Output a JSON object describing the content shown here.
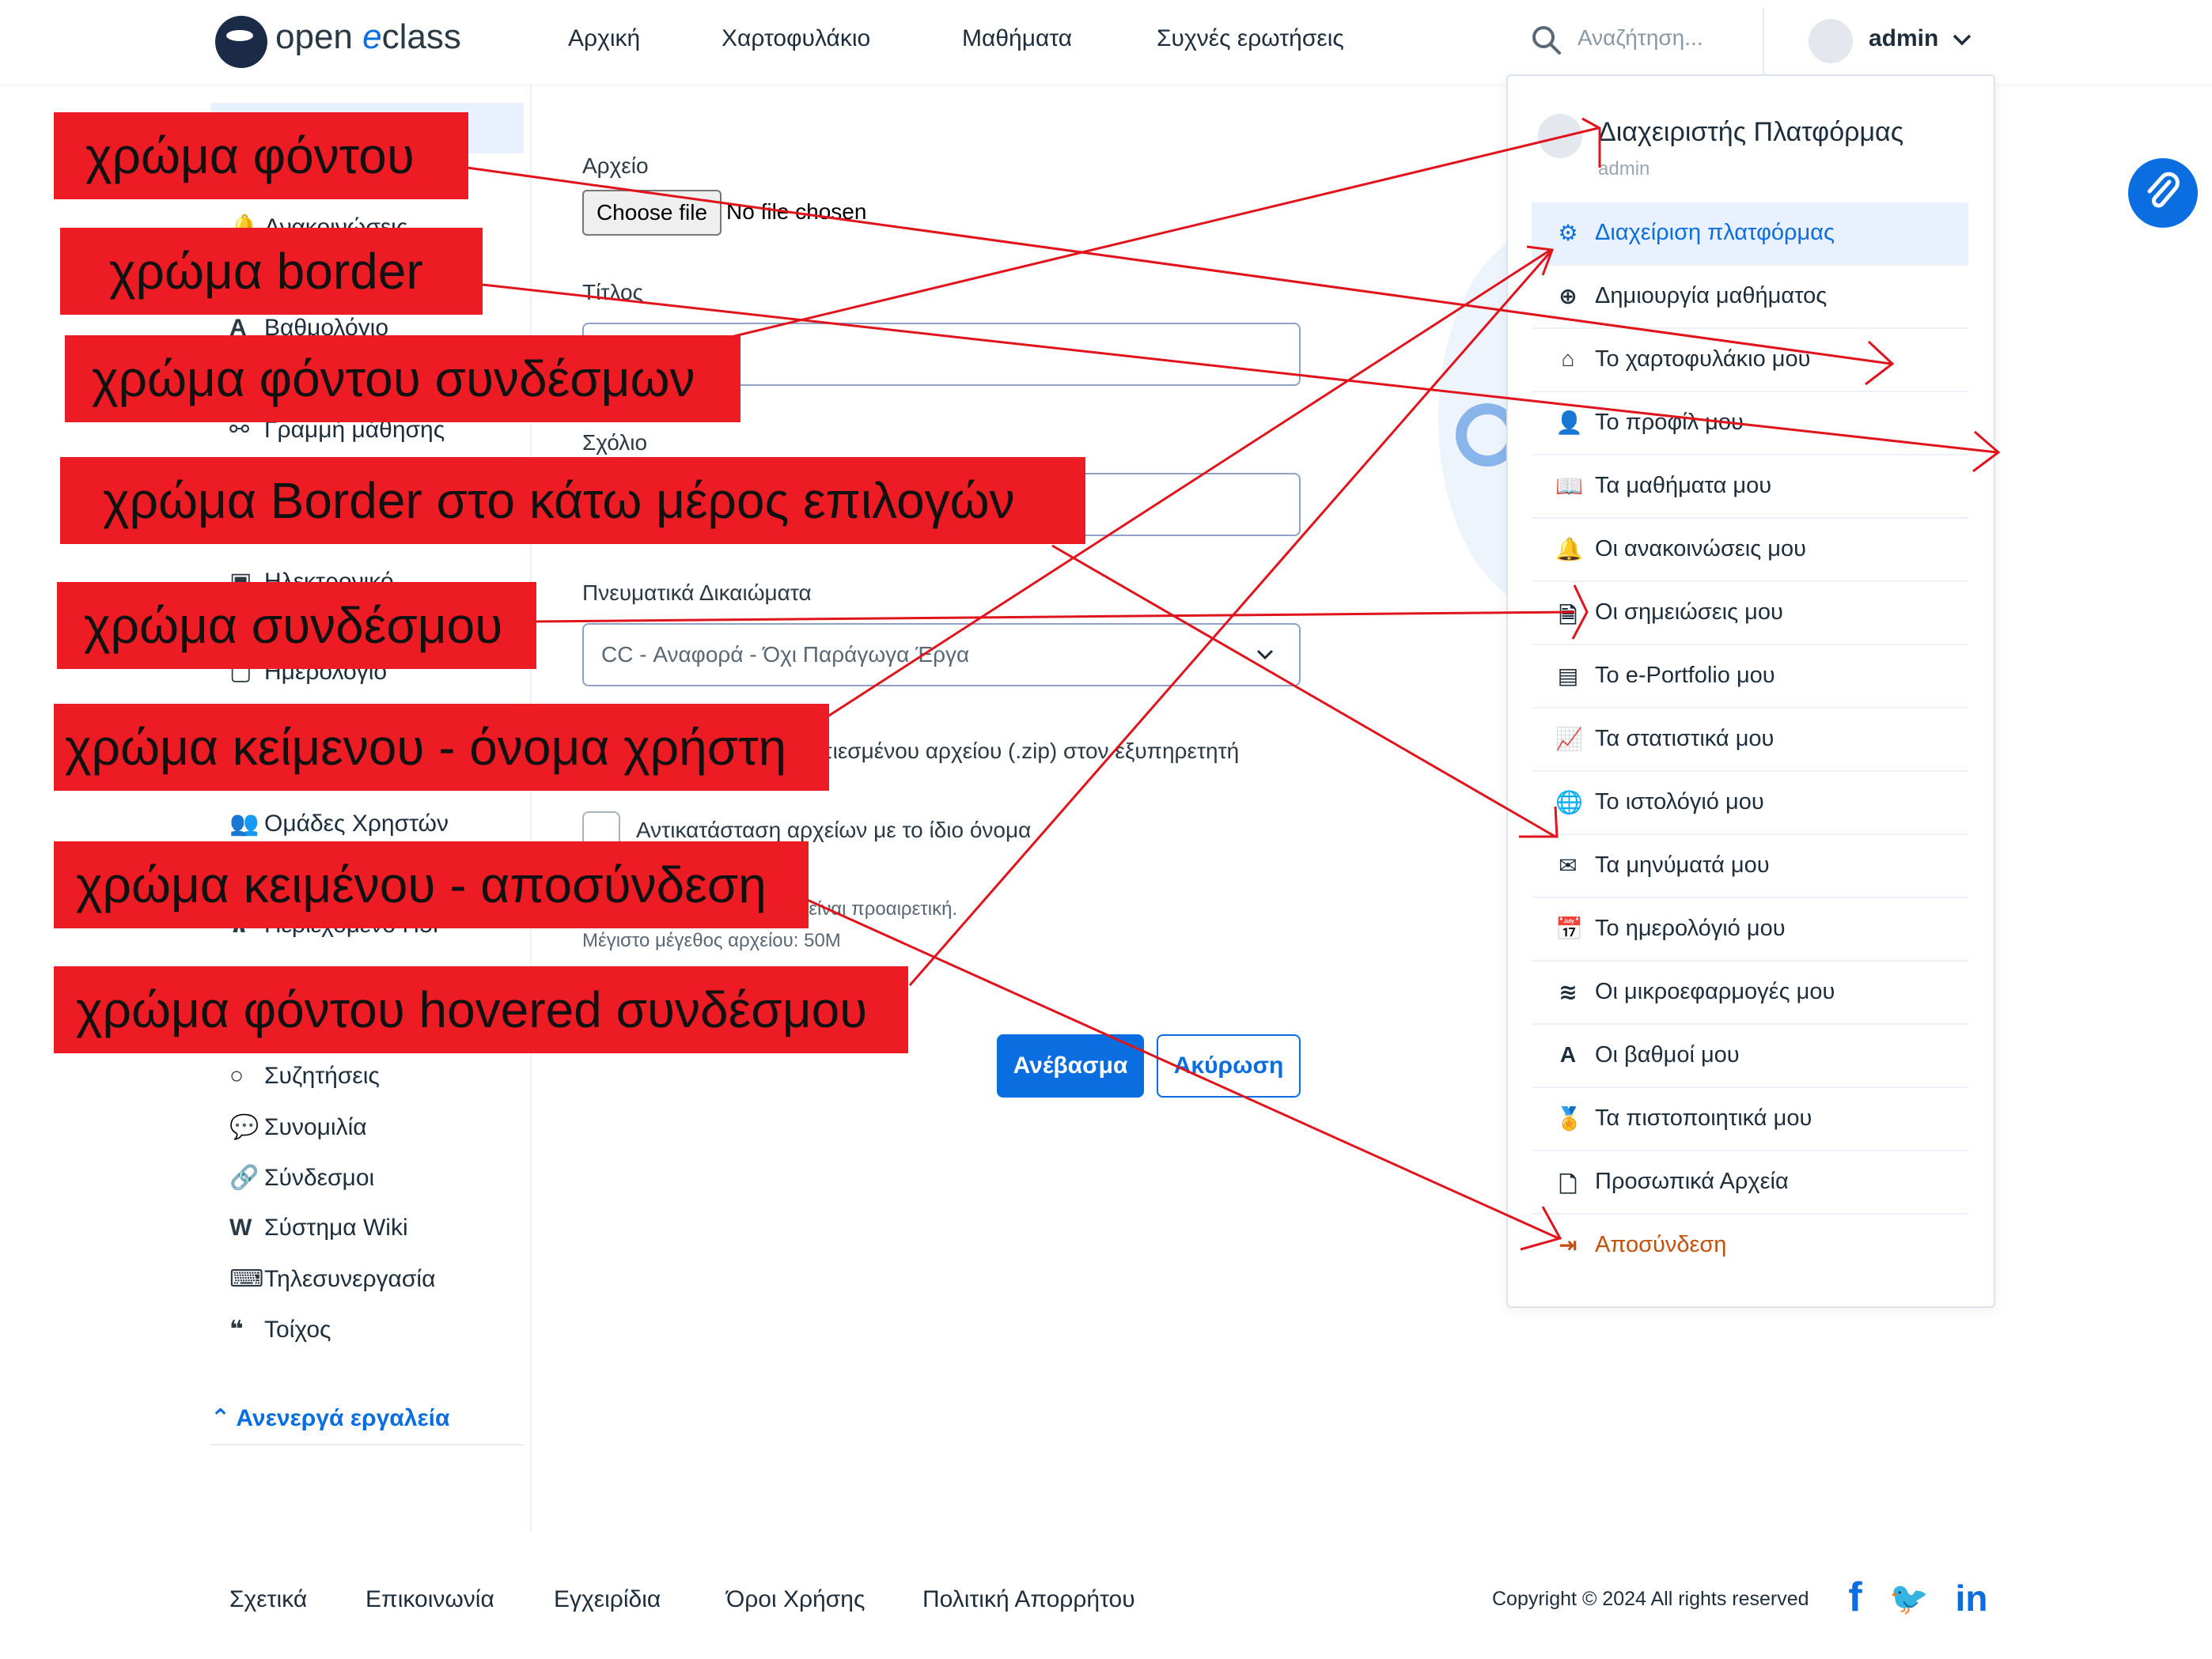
{
  "header": {
    "logo_text_open": "open",
    "logo_text_e": "e",
    "logo_text_class": "class",
    "nav": [
      "Αρχική",
      "Χαρτοφυλάκιο",
      "Μαθήματα",
      "Συχνές ερωτήσεις"
    ],
    "search_placeholder": "Αναζήτηση...",
    "user_name": "admin"
  },
  "sidebar": {
    "items": [
      {
        "icon": "bell-icon",
        "glyph": "🔔",
        "label": "Ανακοινώσεις"
      },
      {
        "icon": "grade-icon",
        "glyph": "A",
        "label": "Βαθμολόγιο"
      },
      {
        "icon": "learning-path-icon",
        "glyph": "⚯",
        "label": "Γραμμή μάθησης"
      },
      {
        "icon": "ebook-icon",
        "glyph": "▣",
        "label": "Ηλεκτρονικό"
      },
      {
        "icon": "calendar-icon",
        "glyph": "▢",
        "label": "Ημερολόγιο"
      },
      {
        "icon": "users-icon",
        "glyph": "👥",
        "label": "Ομάδες Χρηστών"
      },
      {
        "icon": "scorm-icon",
        "glyph": "⊼",
        "label": "Περιεχόμενο H5P"
      },
      {
        "icon": "chat-bubble-icon",
        "glyph": "○",
        "label": "Συζητήσεις"
      },
      {
        "icon": "chat-dots-icon",
        "glyph": "💬",
        "label": "Συνομιλία"
      },
      {
        "icon": "link-icon",
        "glyph": "🔗",
        "label": "Σύνδεσμοι"
      },
      {
        "icon": "wiki-icon",
        "glyph": "W",
        "label": "Σύστημα Wiki"
      },
      {
        "icon": "keyboard-icon",
        "glyph": "⌨",
        "label": "Τηλεσυνεργασία"
      },
      {
        "icon": "quote-icon",
        "glyph": "❝",
        "label": "Τοίχος"
      }
    ],
    "inactive_tools": "Ανενεργά εργαλεία"
  },
  "form": {
    "file_label": "Αρχείο",
    "choose_file": "Choose file",
    "no_file": "No file chosen",
    "title_label": "Τίτλος",
    "comment_label": "Σχόλιο",
    "copyright_label": "Πνευματικά Δικαιώματα",
    "copyright_value": "CC - Αναφορά - Όχι Παράγωγα Έργα",
    "unzip_label": "Αποσυμπίεση συμπιεσμένου αρχείου (.zip) στον εξυπηρετητή",
    "replace_label": "Αντικατάσταση αρχείων με το ίδιο όνομα",
    "note_optional": "Η συμπλήρωση του τίτλου είναι προαιρετική.",
    "max_size": "Μέγιστο μέγεθος αρχείου: 50M",
    "upload_button": "Ανέβασμα",
    "cancel_button": "Ακύρωση"
  },
  "dropdown": {
    "role": "Διαχειριστής Πλατφόρμας",
    "username": "admin",
    "items": [
      {
        "icon": "gear-icon",
        "glyph": "⚙",
        "label": "Διαχείριση πλατφόρμας",
        "active": true
      },
      {
        "icon": "plus-circle-icon",
        "glyph": "⊕",
        "label": "Δημιουργία μαθήματος"
      },
      {
        "icon": "home-icon",
        "glyph": "⌂",
        "label": "Το χαρτοφυλάκιο μου"
      },
      {
        "icon": "user-icon",
        "glyph": "👤",
        "label": "Το προφίλ μου"
      },
      {
        "icon": "book-icon",
        "glyph": "📖",
        "label": "Τα μαθήματα μου"
      },
      {
        "icon": "bell-icon",
        "glyph": "🔔",
        "label": "Οι ανακοινώσεις μου"
      },
      {
        "icon": "note-icon",
        "glyph": "🗎",
        "label": "Οι σημειώσεις μου"
      },
      {
        "icon": "id-card-icon",
        "glyph": "▤",
        "label": "Το e-Portfolio μου"
      },
      {
        "icon": "chart-line-icon",
        "glyph": "📈",
        "label": "Τα στατιστικά μου"
      },
      {
        "icon": "globe-icon",
        "glyph": "🌐",
        "label": "Το ιστολόγιό μου"
      },
      {
        "icon": "envelope-icon",
        "glyph": "✉",
        "label": "Τα μηνύματά μου"
      },
      {
        "icon": "calendar-icon",
        "glyph": "📅",
        "label": "Το ημερολόγιό μου"
      },
      {
        "icon": "layers-icon",
        "glyph": "≋",
        "label": "Οι μικροεφαρμογές μου"
      },
      {
        "icon": "grade-icon",
        "glyph": "A",
        "label": "Οι βαθμοί μου"
      },
      {
        "icon": "award-icon",
        "glyph": "🏅",
        "label": "Τα πιστοποιητικά μου"
      },
      {
        "icon": "file-icon",
        "glyph": "🗋",
        "label": "Προσωπικά Αρχεία"
      },
      {
        "icon": "logout-icon",
        "glyph": "⇥",
        "label": "Αποσύνδεση",
        "logout": true
      }
    ]
  },
  "footer": {
    "links": [
      "Σχετικά",
      "Επικοινωνία",
      "Εγχειρίδια",
      "Όροι Χρήσης",
      "Πολιτική Απορρήτου"
    ],
    "copyright": "Copyright © 2024 All rights reserved",
    "social": [
      {
        "icon": "facebook-icon",
        "glyph": "f"
      },
      {
        "icon": "twitter-icon",
        "glyph": "🐦"
      },
      {
        "icon": "linkedin-icon",
        "glyph": "in"
      }
    ]
  },
  "annotations": [
    "χρώμα φόντου",
    "χρώμα border",
    "χρώμα φόντου συνδέσμων",
    "χρώμα Border στο κάτω μέρος επιλογών",
    "χρώμα συνδέσμου",
    "χρώμα κείμενου - όνομα χρήστη",
    "χρώμα κειμένου - αποσύνδεση",
    "χρώμα φόντου hovered συνδέσμου"
  ],
  "colors": {
    "accent": "#0a6ee0",
    "annotation_bg": "#ed1c24",
    "arrow": "#e0141c",
    "logout": "#c4500c",
    "active_bg": "#e8f1fd"
  }
}
